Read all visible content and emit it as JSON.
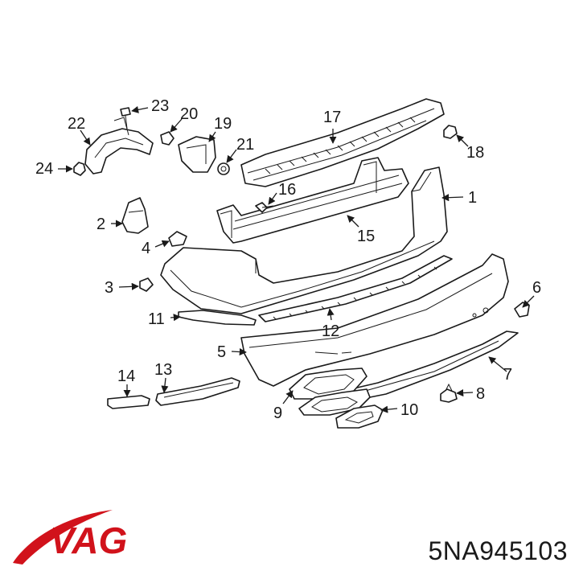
{
  "diagram": {
    "callouts": [
      {
        "id": "1",
        "text": "1"
      },
      {
        "id": "2",
        "text": "2"
      },
      {
        "id": "3",
        "text": "3"
      },
      {
        "id": "4",
        "text": "4"
      },
      {
        "id": "5",
        "text": "5"
      },
      {
        "id": "6",
        "text": "6"
      },
      {
        "id": "7",
        "text": "7"
      },
      {
        "id": "8",
        "text": "8"
      },
      {
        "id": "9",
        "text": "9"
      },
      {
        "id": "10",
        "text": "10"
      },
      {
        "id": "11",
        "text": "11"
      },
      {
        "id": "12",
        "text": "12"
      },
      {
        "id": "13",
        "text": "13"
      },
      {
        "id": "14",
        "text": "14"
      },
      {
        "id": "15",
        "text": "15"
      },
      {
        "id": "16",
        "text": "16"
      },
      {
        "id": "17",
        "text": "17"
      },
      {
        "id": "18",
        "text": "18"
      },
      {
        "id": "19",
        "text": "19"
      },
      {
        "id": "20",
        "text": "20"
      },
      {
        "id": "21",
        "text": "21"
      },
      {
        "id": "22",
        "text": "22"
      },
      {
        "id": "23",
        "text": "23"
      },
      {
        "id": "24",
        "text": "24"
      }
    ]
  },
  "brand": {
    "logo_text": "VAG",
    "logo_color": "#d1121b",
    "swoosh_color": "#d1121b"
  },
  "part_number": "5NA945103",
  "colors": {
    "line": "#1a1a1a",
    "background": "#ffffff"
  }
}
